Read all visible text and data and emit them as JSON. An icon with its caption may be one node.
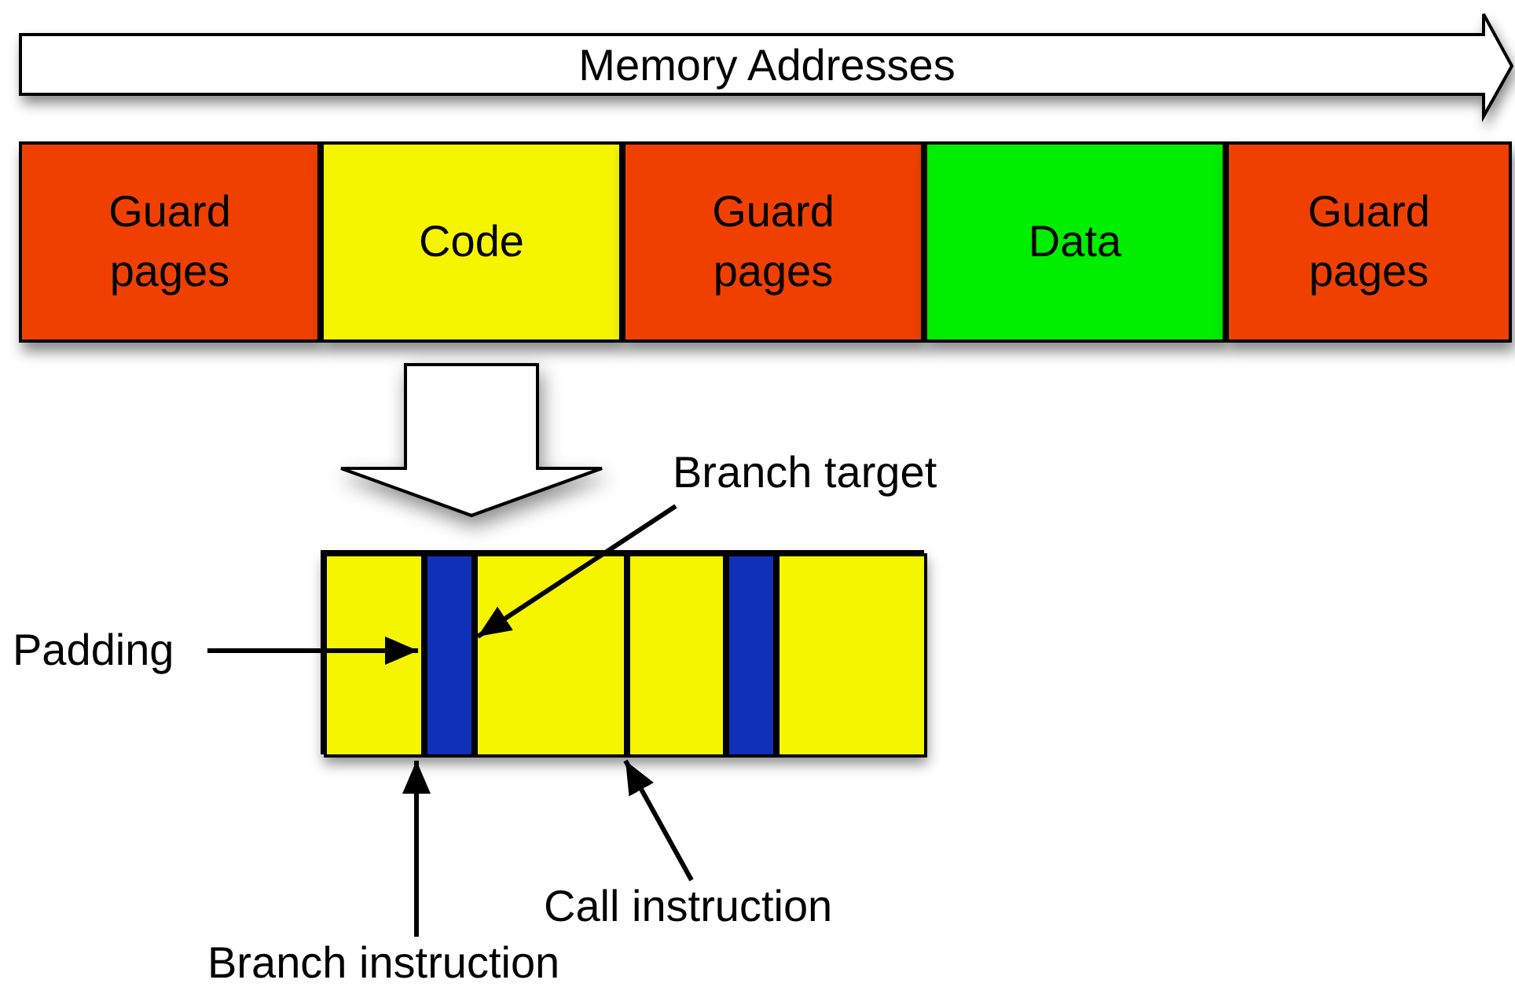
{
  "diagram": {
    "nodes": [
      {
        "text": [
          "Memory Addresses"
        ]
      },
      {
        "text": [
          "Guard pages"
        ]
      },
      {
        "text": [
          "Code"
        ]
      },
      {
        "text": [
          "Guard pages"
        ]
      },
      {
        "text": [
          "Data"
        ]
      },
      {
        "text": [
          "Guard pages"
        ]
      },
      {
        "text": [],
        "shape": "box"
      },
      {
        "text": [],
        "shape": "box",
        "in": 6
      },
      {
        "text": [],
        "shape": "bar",
        "in": 6
      },
      {
        "text": [],
        "shape": "box",
        "in": 6
      },
      {
        "text": [],
        "shape": "box",
        "in": 6
      },
      {
        "text": [],
        "shape": "bar",
        "in": 6
      },
      {
        "text": [],
        "shape": "box",
        "in": 6
      },
      {
        "text": [
          "Branch target"
        ]
      },
      {
        "text": [
          "Padding"
        ]
      },
      {
        "text": [
          "Call instruction"
        ]
      },
      {
        "text": [
          "Branch instruction"
        ]
      }
    ],
    "edges": [
      {
        "from": 2,
        "to": 6,
        "arrow": "to",
        "style": "thick"
      },
      {
        "from": 13,
        "to": 8,
        "arrow": "to"
      },
      {
        "from": 14,
        "to": 8,
        "arrow": "to"
      },
      {
        "from": 15,
        "to": 9,
        "arrow": "to"
      },
      {
        "from": 16,
        "to": 7,
        "arrow": "to"
      }
    ]
  }
}
